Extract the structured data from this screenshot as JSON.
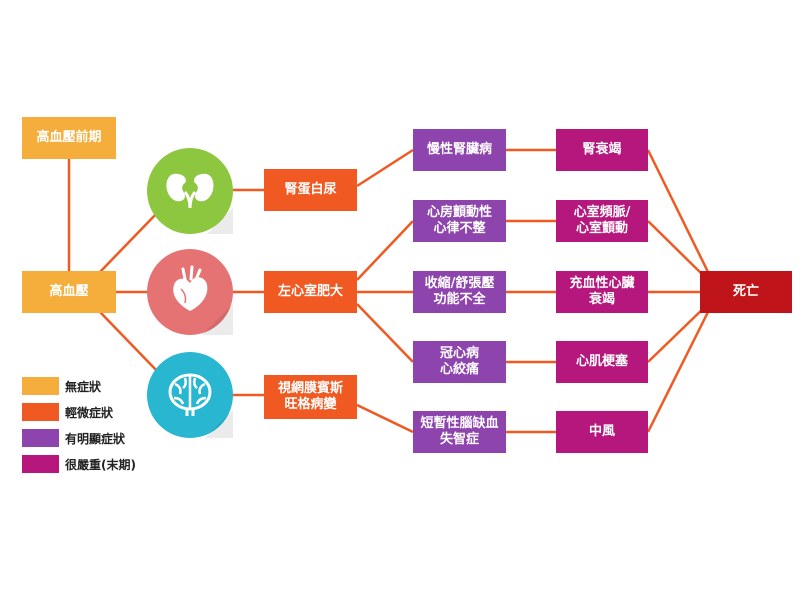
{
  "colors": {
    "none": "#F5AE3B",
    "mild": "#F05A22",
    "obvious": "#8E44AD",
    "severe": "#B5177D",
    "death": "#C0141B",
    "line": "#F05A22",
    "kidney_circle": "#8DC63F",
    "heart_circle": "#E57373",
    "brain_circle": "#29B6D1"
  },
  "nodes": {
    "prehypertension": "高血壓前期",
    "hypertension": "高血壓",
    "proteinuria": "腎蛋白尿",
    "lvh": "左心室肥大",
    "retinopathy": "視網膜賓斯\n旺格病變",
    "ckd": "慢性腎臟病",
    "afib": "心房顫動性\n心律不整",
    "dysfunction": "收縮/舒張壓\n功能不全",
    "cad": "冠心病\n心絞痛",
    "dementia": "短暫性腦缺血\n失智症",
    "renal_failure": "腎衰竭",
    "vt": "心室頻脈/\n心室顫動",
    "chf": "充血性心臟\n衰竭",
    "mi": "心肌梗塞",
    "stroke": "中風",
    "death": "死亡"
  },
  "icons": {
    "kidney": "kidneys-icon",
    "heart": "heart-icon",
    "brain": "brain-icon"
  },
  "legend": [
    {
      "label": "無症狀",
      "color": "#F5AE3B"
    },
    {
      "label": "輕微症狀",
      "color": "#F05A22"
    },
    {
      "label": "有明顯症狀",
      "color": "#8E44AD"
    },
    {
      "label": "很嚴重(末期)",
      "color": "#B5177D"
    }
  ]
}
